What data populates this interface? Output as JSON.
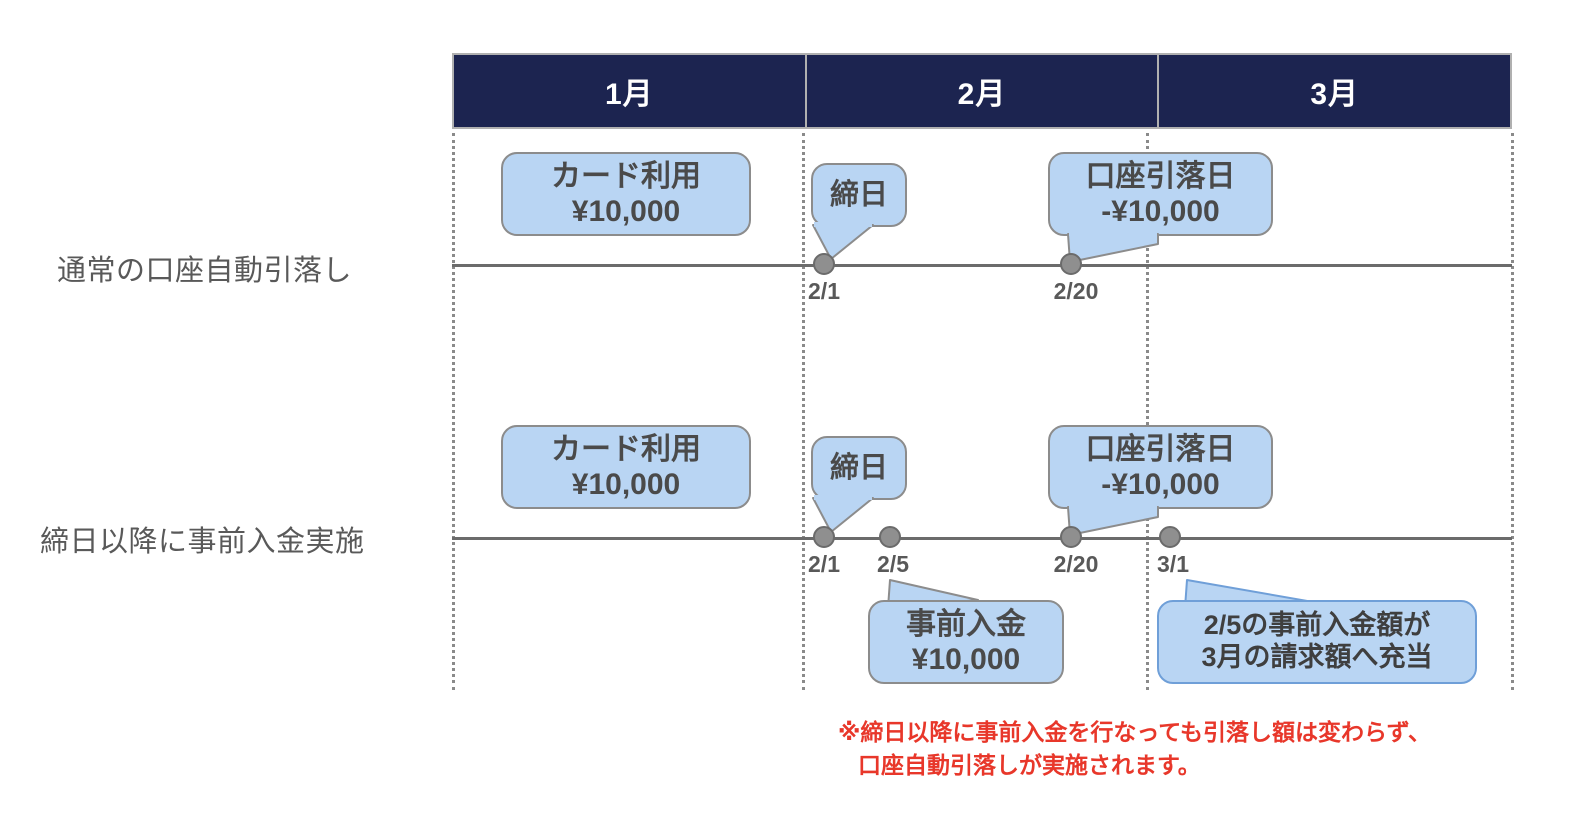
{
  "header": {
    "months": [
      {
        "label": "1月"
      },
      {
        "label": "2月"
      },
      {
        "label": "3月"
      }
    ]
  },
  "rows": [
    {
      "id": "normal-direct-debit",
      "label": "通常の口座自動引落し",
      "events": [
        {
          "id": "closing-date",
          "date": "2/1"
        },
        {
          "id": "debit-date",
          "date": "2/20"
        }
      ],
      "notes": [
        {
          "id": "card-usage",
          "line1": "カード利用",
          "line2": "¥10,000"
        },
        {
          "id": "closing-date-bubble",
          "line1": "締日",
          "line2": ""
        },
        {
          "id": "debit-bubble",
          "line1": "口座引落日",
          "line2": "-¥10,000"
        }
      ]
    },
    {
      "id": "prepay-after-closing",
      "label": "締日以降に事前入金実施",
      "events": [
        {
          "id": "closing-date",
          "date": "2/1"
        },
        {
          "id": "prepay-date",
          "date": "2/5"
        },
        {
          "id": "debit-date",
          "date": "2/20"
        },
        {
          "id": "march-date",
          "date": "3/1"
        }
      ],
      "notes": [
        {
          "id": "card-usage",
          "line1": "カード利用",
          "line2": "¥10,000"
        },
        {
          "id": "closing-date-bubble",
          "line1": "締日",
          "line2": ""
        },
        {
          "id": "debit-bubble",
          "line1": "口座引落日",
          "line2": "-¥10,000"
        },
        {
          "id": "prepay-bubble",
          "line1": "事前入金",
          "line2": "¥10,000"
        },
        {
          "id": "carryover-bubble",
          "line1": "2/5の事前入金額が",
          "line2": "3月の請求額へ充当"
        }
      ]
    }
  ],
  "footnote": {
    "line1": "※締日以降に事前入金を行なっても引落し額は変わらず、",
    "line2": "口座自動引落しが実施されます。"
  },
  "colors": {
    "header_bg": "#1c2450",
    "bubble_fill": "#b9d5f3",
    "bubble_border": "#8c8c8c",
    "bubble_border_alt": "#6f9fd8",
    "axis": "#6b6b6b",
    "dot": "#8f8f8f",
    "text": "#595959",
    "footnote": "#e8372a"
  }
}
